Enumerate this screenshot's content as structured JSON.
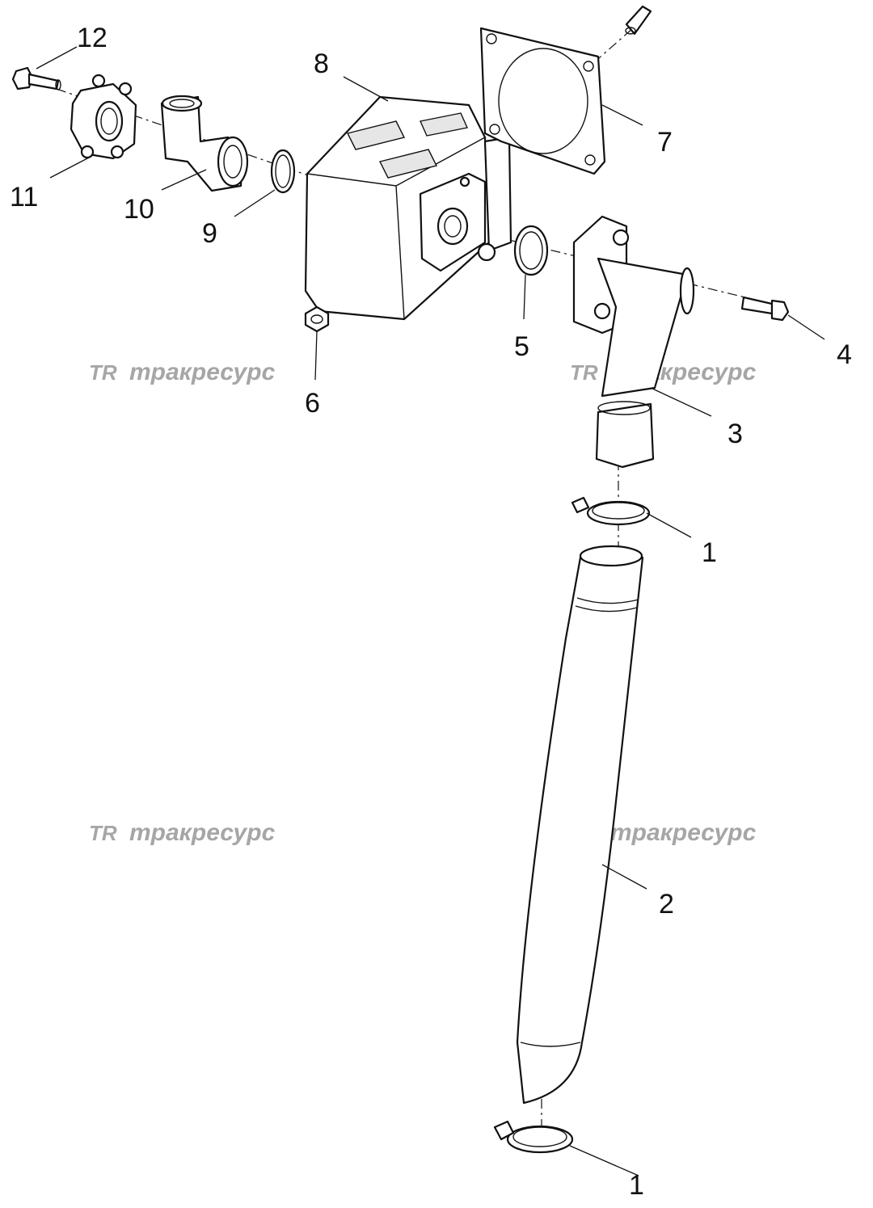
{
  "diagram": {
    "callouts": [
      "1",
      "1",
      "2",
      "3",
      "4",
      "5",
      "6",
      "7",
      "8",
      "9",
      "10",
      "11",
      "12"
    ],
    "watermark": {
      "logo": "TR",
      "text": "тракресурс"
    }
  },
  "colors": {
    "line": "#111111",
    "watermark": "#a6a6a6",
    "background": "#ffffff"
  }
}
